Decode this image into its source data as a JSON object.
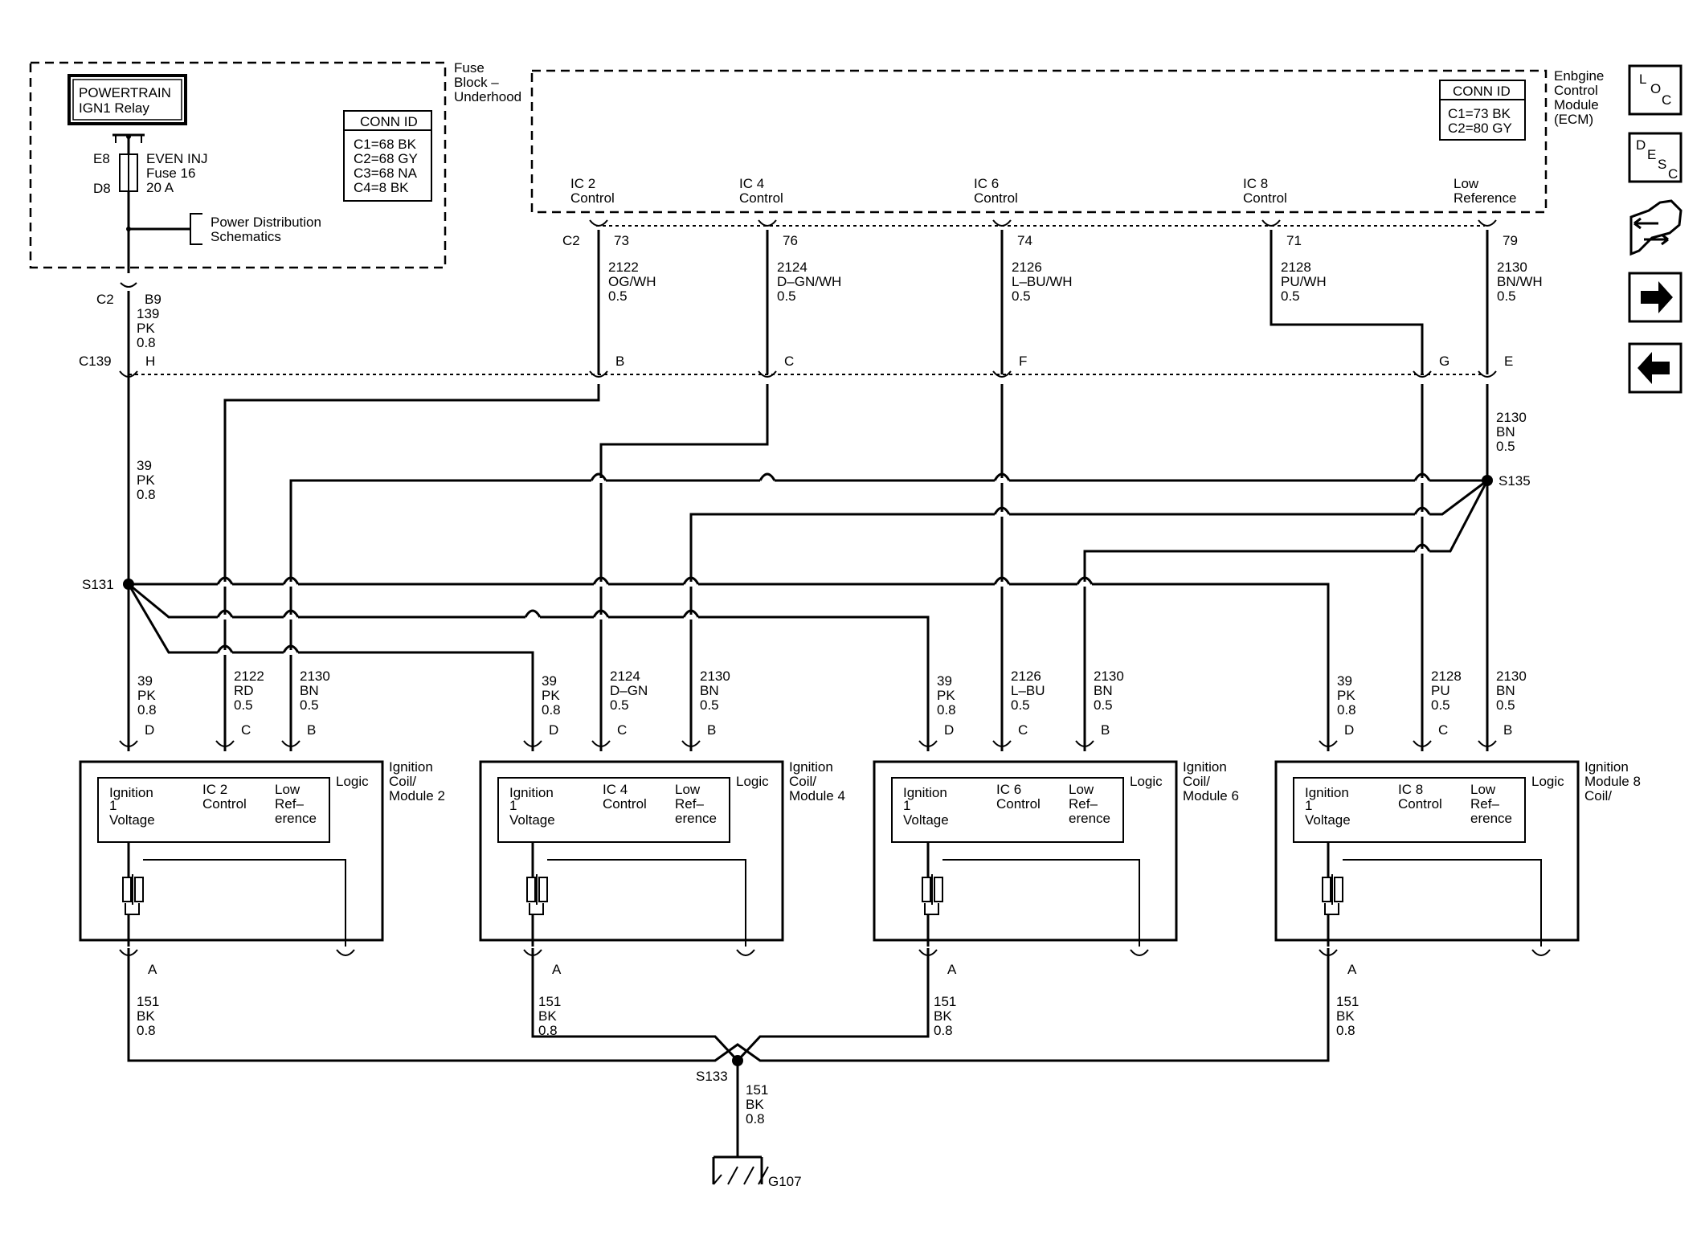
{
  "relay": {
    "line1": "POWERTRAIN",
    "line2": "IGN1 Relay"
  },
  "fuse_block": {
    "label": [
      "Fuse",
      "Block –",
      "Underhood"
    ],
    "pin_top": "E8",
    "pin_bottom": "D8",
    "fuse": [
      "EVEN INJ",
      "Fuse 16",
      "20 A"
    ],
    "power_dist": [
      "Power Distribution",
      "Schematics"
    ]
  },
  "fuse_conn": {
    "title": "CONN ID",
    "rows": [
      "C1=68 BK",
      "C2=68 GY",
      "C3=68 NA",
      "C4=8 BK"
    ]
  },
  "ecm": {
    "label": [
      "Enbgine",
      "Control",
      "Module",
      "(ECM)"
    ],
    "conn_title": "CONN ID",
    "conn_rows": [
      "C1=73 BK",
      "C2=80 GY"
    ],
    "pins": [
      {
        "label": [
          "IC 2",
          "Control"
        ],
        "num": "73"
      },
      {
        "label": [
          "IC 4",
          "Control"
        ],
        "num": "76"
      },
      {
        "label": [
          "IC 6",
          "Control"
        ],
        "num": "74"
      },
      {
        "label": [
          "IC 8",
          "Control"
        ],
        "num": "71"
      },
      {
        "label": [
          "Low",
          "Reference"
        ],
        "num": "79"
      }
    ],
    "connector": "C2"
  },
  "ecm_wires": [
    [
      "2122",
      "OG/WH",
      "0.5"
    ],
    [
      "2124",
      "D–GN/WH",
      "0.5"
    ],
    [
      "2126",
      "L–BU/WH",
      "0.5"
    ],
    [
      "2128",
      "PU/WH",
      "0.5"
    ],
    [
      "2130",
      "BN/WH",
      "0.5"
    ]
  ],
  "fuse_out": {
    "connector": "C2",
    "pin": "B9",
    "wire": [
      "139",
      "PK",
      "0.8"
    ]
  },
  "c139": {
    "name": "C139",
    "pins": [
      "H",
      "B",
      "C",
      "F",
      "G",
      "E"
    ]
  },
  "wire_39": [
    "39",
    "PK",
    "0.8"
  ],
  "wire_2130_top": [
    "2130",
    "BN",
    "0.5"
  ],
  "splices": {
    "s131": "S131",
    "s135": "S135",
    "s133": "S133"
  },
  "modules": [
    {
      "name": [
        "Ignition",
        "Coil/",
        "Module 2"
      ],
      "pins": [
        "D",
        "C",
        "B"
      ],
      "wires": [
        [
          "39",
          "PK",
          "0.8"
        ],
        [
          "2122",
          "RD",
          "0.5"
        ],
        [
          "2130",
          "BN",
          "0.5"
        ]
      ],
      "ic": [
        "IC 2",
        "Control"
      ]
    },
    {
      "name": [
        "Ignition",
        "Coil/",
        "Module 4"
      ],
      "pins": [
        "D",
        "C",
        "B"
      ],
      "wires": [
        [
          "39",
          "PK",
          "0.8"
        ],
        [
          "2124",
          "D–GN",
          "0.5"
        ],
        [
          "2130",
          "BN",
          "0.5"
        ]
      ],
      "ic": [
        "IC 4",
        "Control"
      ]
    },
    {
      "name": [
        "Ignition",
        "Coil/",
        "Module 6"
      ],
      "pins": [
        "D",
        "C",
        "B"
      ],
      "wires": [
        [
          "39",
          "PK",
          "0.8"
        ],
        [
          "2126",
          "L–BU",
          "0.5"
        ],
        [
          "2130",
          "BN",
          "0.5"
        ]
      ],
      "ic": [
        "IC 6",
        "Control"
      ]
    },
    {
      "name": [
        "Ignition",
        "Module 8",
        "Coil/"
      ],
      "pins": [
        "D",
        "C",
        "B"
      ],
      "wires": [
        [
          "39",
          "PK",
          "0.8"
        ],
        [
          "2128",
          "PU",
          "0.5"
        ],
        [
          "2130",
          "BN",
          "0.5"
        ]
      ],
      "ic": [
        "IC 8",
        "Control"
      ]
    }
  ],
  "logic_label": "Logic",
  "ign_voltage": [
    "Ignition",
    "1",
    "Voltage"
  ],
  "low_ref": [
    "Low",
    "Ref–",
    "erence"
  ],
  "ground_pin": "A",
  "ground_wire": [
    "151",
    "BK",
    "0.8"
  ],
  "ground": "G107",
  "nav": {
    "loc": [
      "L",
      "O",
      "C"
    ],
    "desc": [
      "D",
      "E",
      "S",
      "C"
    ]
  }
}
